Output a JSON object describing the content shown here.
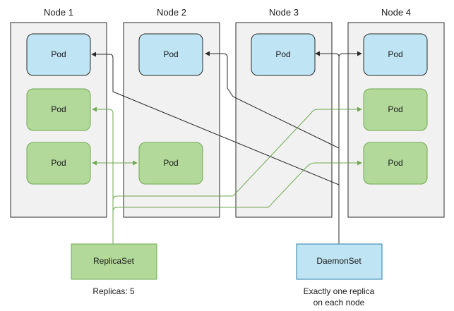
{
  "nodes": [
    {
      "label": "Node 1"
    },
    {
      "label": "Node 2"
    },
    {
      "label": "Node 3"
    },
    {
      "label": "Node 4"
    }
  ],
  "pod_label": "Pod",
  "replicaset": {
    "label": "ReplicaSet",
    "caption": "Replicas: 5",
    "color": "#b2d99a"
  },
  "daemonset": {
    "label": "DaemonSet",
    "caption_line1": "Exactly one replica",
    "caption_line2": "on each node",
    "color": "#bfe4f3"
  },
  "colors": {
    "node_fill": "#f1f1f1",
    "daemon_pod": "#bfe4f3",
    "replica_pod": "#b2d99a",
    "replica_line": "#6ea84f",
    "daemon_line": "#2b2b2b"
  }
}
